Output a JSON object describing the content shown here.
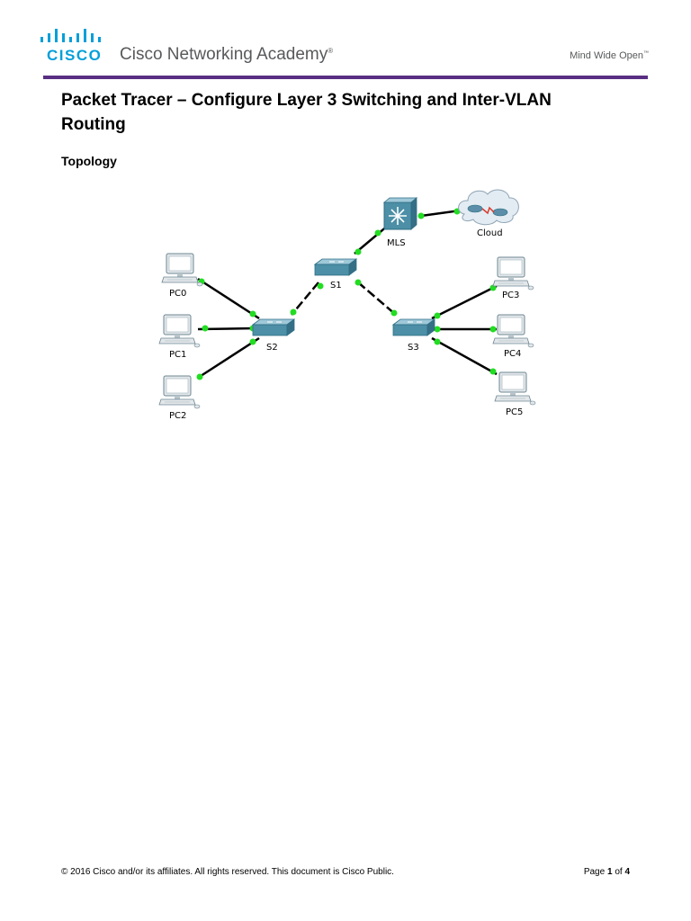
{
  "header": {
    "logo_text": "CISCO",
    "academy_name": "Cisco Networking Academy",
    "academy_trademark": "®",
    "tagline": "Mind Wide Open",
    "tagline_trademark": "™"
  },
  "document": {
    "title": "Packet Tracer – Configure Layer 3 Switching and Inter-VLAN Routing",
    "section_heading": "Topology"
  },
  "topology": {
    "devices": {
      "pc0": "PC0",
      "pc1": "PC1",
      "pc2": "PC2",
      "pc3": "PC3",
      "pc4": "PC4",
      "pc5": "PC5",
      "s1": "S1",
      "s2": "S2",
      "s3": "S3",
      "mls": "MLS",
      "cloud": "Cloud"
    }
  },
  "footer": {
    "copyright": "© 2016 Cisco and/or its affiliates. All rights reserved. This document is Cisco Public.",
    "page_word": "Page",
    "page_current": "1",
    "page_of": "of",
    "page_total": "4"
  },
  "colors": {
    "brand_purple": "#5a2e82",
    "cisco_blue": "#049fd9",
    "link_green": "#22dd22",
    "switch_teal": "#4c8fa6"
  }
}
